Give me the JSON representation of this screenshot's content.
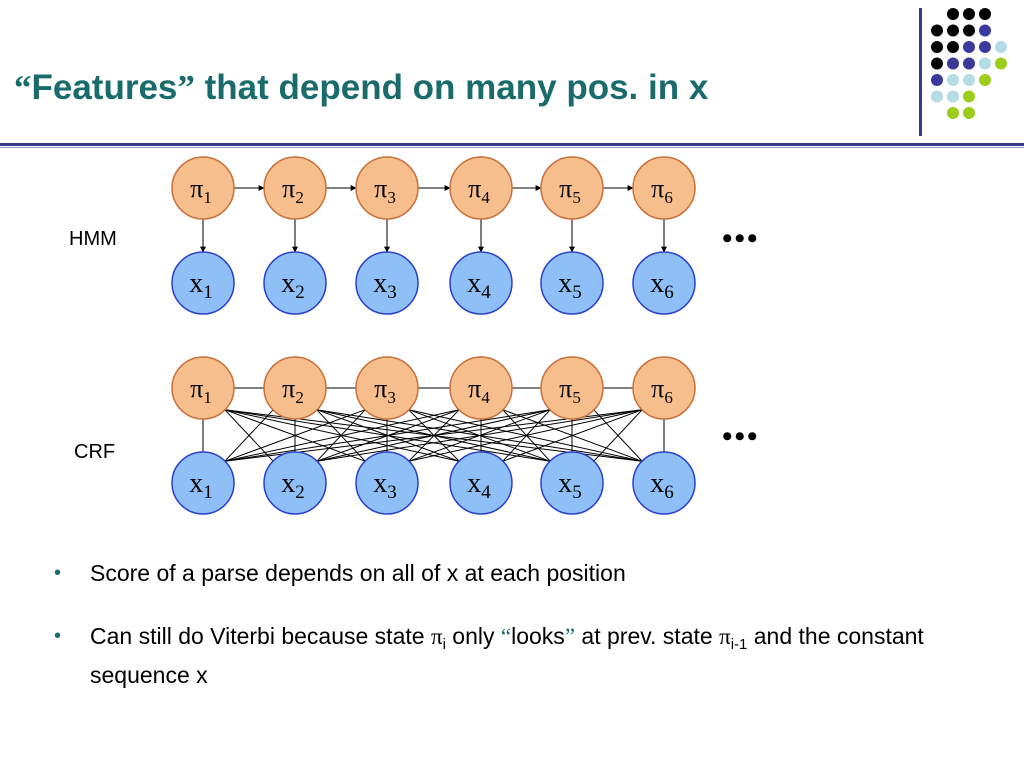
{
  "title": {
    "open_quote": "“",
    "word": "Features",
    "close_quote": "”",
    "rest": " that depend on many pos. in x"
  },
  "colors": {
    "title": "#1a6b6b",
    "rule": "#3a3a8c",
    "state_fill": "#f6be8c",
    "state_stroke": "#c8703a",
    "obs_fill": "#8ec0f7",
    "obs_stroke": "#2c3fc8",
    "dot_black": "#000000",
    "dot_indigo": "#3a3a9c",
    "dot_lightblue": "#b4dce6",
    "dot_green": "#9ccc1c"
  },
  "decor_dots": {
    "rows": [
      [
        "empty",
        "black",
        "black",
        "black",
        "empty"
      ],
      [
        "black",
        "black",
        "black",
        "indigo",
        "empty"
      ],
      [
        "black",
        "black",
        "indigo",
        "indigo",
        "lightblue"
      ],
      [
        "black",
        "indigo",
        "indigo",
        "lightblue",
        "green"
      ],
      [
        "indigo",
        "lightblue",
        "lightblue",
        "green",
        "empty"
      ],
      [
        "lightblue",
        "lightblue",
        "green",
        "empty",
        "empty"
      ],
      [
        "empty",
        "green",
        "green",
        "empty",
        "empty"
      ]
    ]
  },
  "diagram": {
    "hmm_label": "HMM",
    "crf_label": "CRF",
    "ellipsis": "•••",
    "state_symbol": "π",
    "obs_symbol": "x",
    "indices": [
      "1",
      "2",
      "3",
      "4",
      "5",
      "6"
    ]
  },
  "bullets": {
    "b1": "Score of a parse depends on all of x at each position",
    "b2_part1": "Can still do Viterbi because state ",
    "b2_pi1": "π",
    "b2_sub1": "i",
    "b2_part2": " only ",
    "b2_open_quote": "“",
    "b2_looks": "looks",
    "b2_close_quote": "”",
    "b2_part3": " at prev. state ",
    "b2_pi2": "π",
    "b2_sub2": "i-1",
    "b2_part4": " and the constant sequence x",
    "bullet_char": "•"
  }
}
